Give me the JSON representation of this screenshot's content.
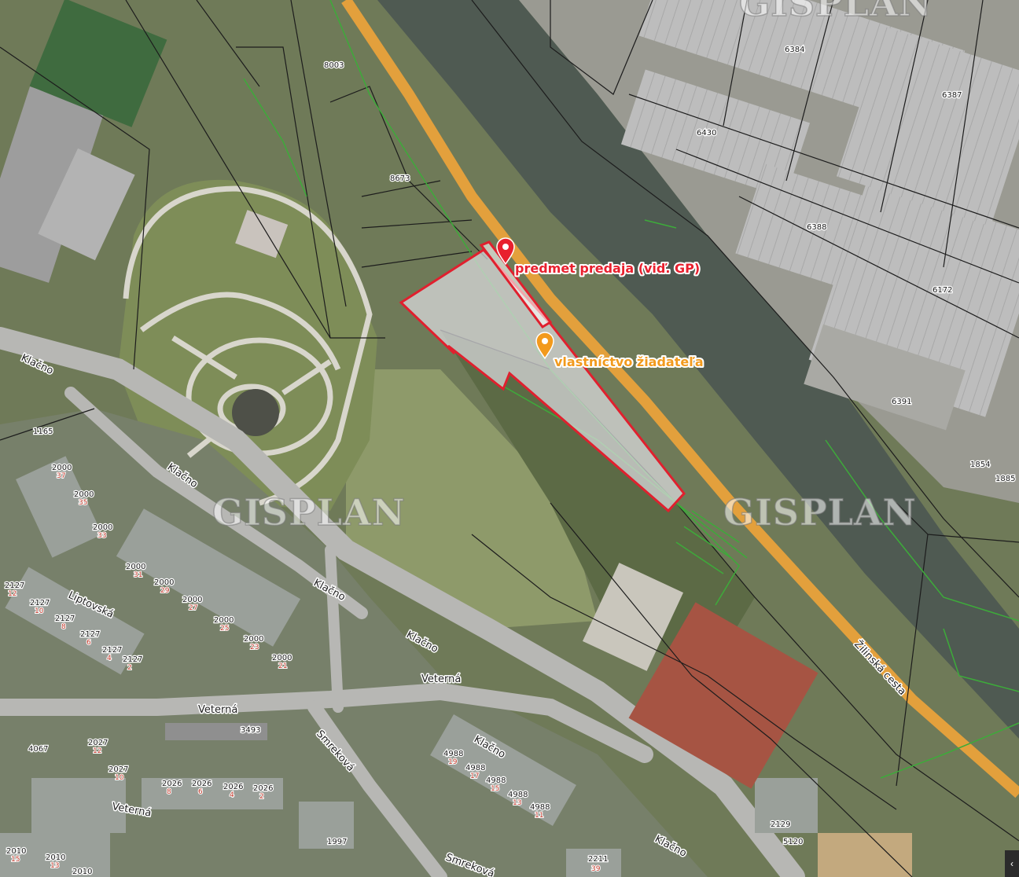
{
  "watermark": "GISPLAN",
  "markers": {
    "sale": {
      "label": "predmet predaja (viď. GP)",
      "color": "#e8202e",
      "icon": "map-pin-icon"
    },
    "owner": {
      "label": "vlastníctvo žiadateľa",
      "color": "#f29a1d",
      "icon": "map-pin-icon"
    }
  },
  "streets": {
    "klacno": "Klačno",
    "liptovska": "Liptovská",
    "veterna": "Veterná",
    "smrekova": "Smreková",
    "zilinska": "Žilinská cesta"
  },
  "parcels": {
    "p6384": "6384",
    "p6387": "6387",
    "p6430": "6430",
    "p6388": "6388",
    "p6172": "6172",
    "p6391": "6391",
    "p8003": "8003",
    "p8673": "8673",
    "p1854": "1854",
    "p1885": "1885",
    "p1165": "1165",
    "p3493": "3493",
    "p4067": "4067",
    "p4988": "4988",
    "p2129": "2129",
    "p5120": "5120",
    "p2000": "2000",
    "p2127": "2127",
    "p2026": "2026",
    "p2027": "2027",
    "p2010": "2010",
    "p1997": "1997",
    "p2211": "2211",
    "s37": "37",
    "s35": "35",
    "s33": "33",
    "s31": "31",
    "s29": "29",
    "s27": "27",
    "s25": "25",
    "s23": "23",
    "s21": "21",
    "s12": "12",
    "s10": "10",
    "s8": "8",
    "s6": "6",
    "s4": "4",
    "s2": "2",
    "s19": "19",
    "s17": "17",
    "s15": "15",
    "s13": "13",
    "s11": "11",
    "s39": "39"
  },
  "colors": {
    "sale_outline": "#e0202e",
    "river": "#4f5a52",
    "cycle_path": "#f0a43a",
    "roof_gray": "#b9b9b9",
    "tennis": "#a65443",
    "stream_line": "#3dab3a"
  }
}
